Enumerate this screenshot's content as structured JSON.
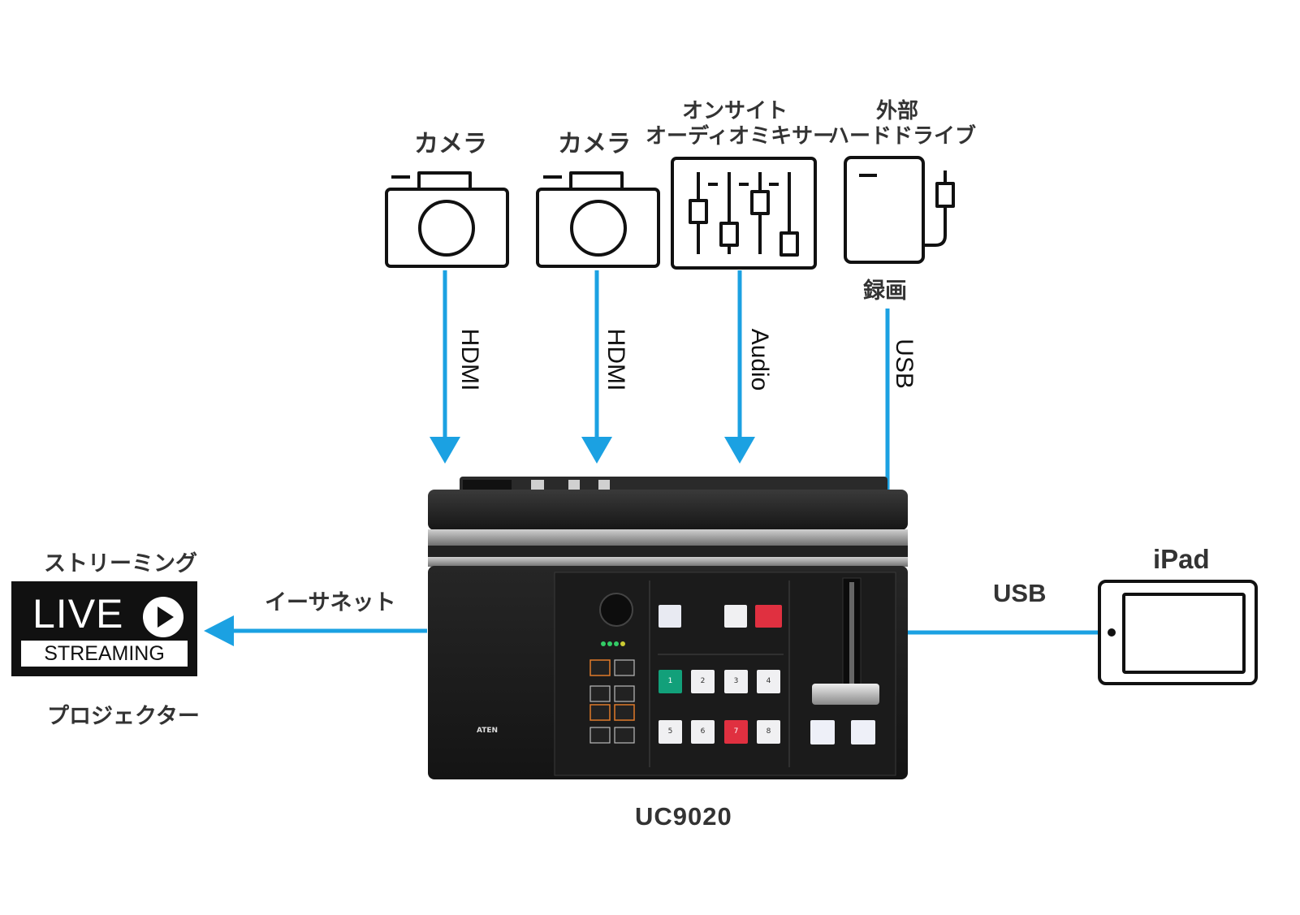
{
  "inputs": [
    {
      "label": "カメラ",
      "interface": "HDMI",
      "icon": "camera-icon"
    },
    {
      "label": "カメラ",
      "interface": "HDMI",
      "icon": "camera-icon"
    },
    {
      "label_lines": [
        "オンサイト",
        "オーディオミキサー"
      ],
      "interface": "Audio",
      "icon": "audio-mixer-icon"
    },
    {
      "label_lines": [
        "外部",
        "ハードドライブ"
      ],
      "sublabel": "録画",
      "interface": "USB",
      "icon": "external-hard-drive-icon"
    }
  ],
  "left": {
    "title": "ストリーミング",
    "badge_main": "LIVE",
    "badge_sub": "STREAMING",
    "caption": "プロジェクター",
    "interface": "イーサネット"
  },
  "right": {
    "title": "iPad",
    "interface": "USB",
    "icon": "ipad-icon"
  },
  "device": {
    "name": "UC9020",
    "brand": "ATEN",
    "button_labels": [
      "1",
      "2",
      "3",
      "4",
      "5",
      "6",
      "7",
      "8"
    ]
  },
  "colors": {
    "arrow": "#1ba1e2",
    "text": "#333333",
    "device_body": "#1f1f1f",
    "button_green": "#12a07a",
    "button_red": "#e03040"
  }
}
